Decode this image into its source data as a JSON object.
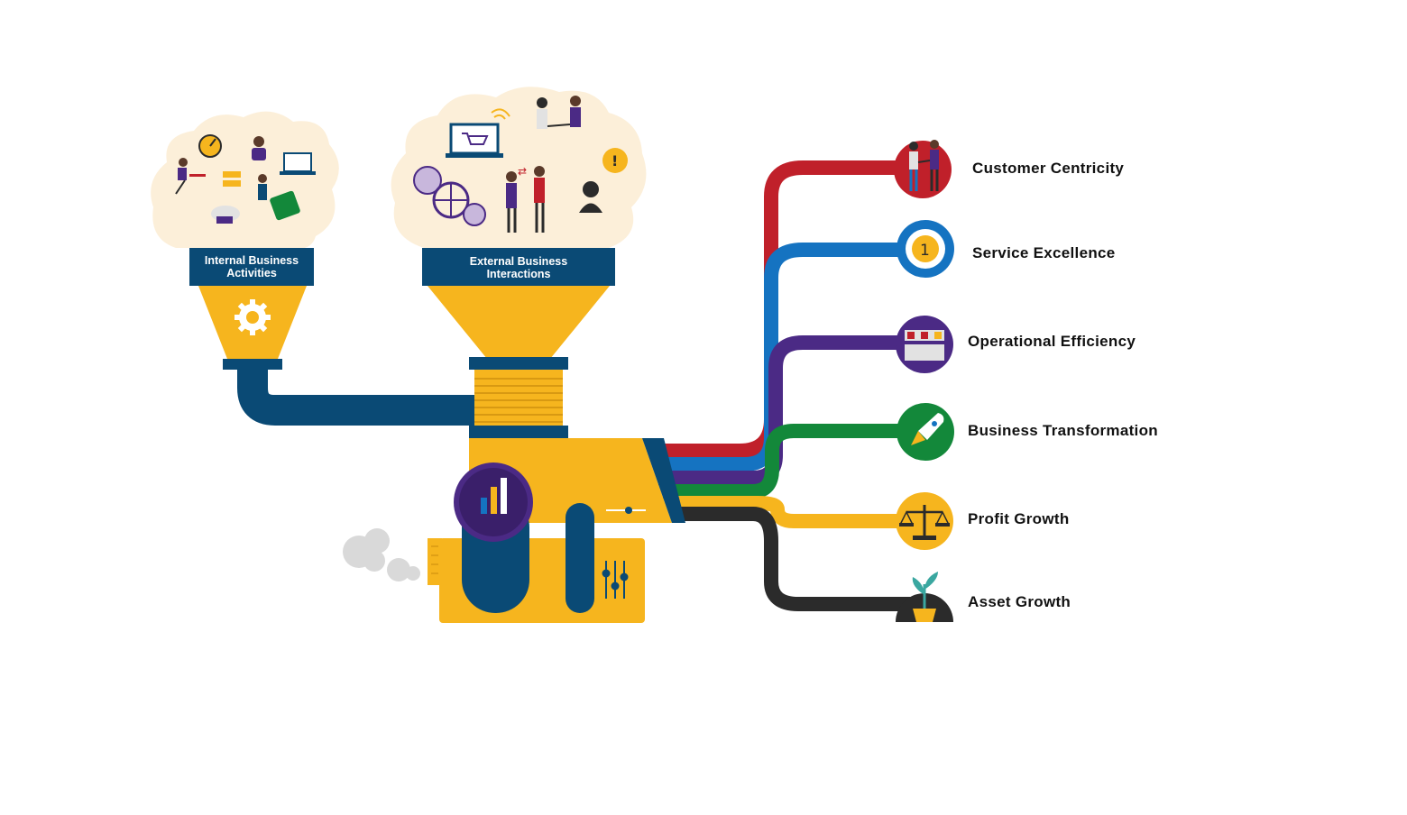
{
  "colors": {
    "navy": "#0a4a75",
    "yellow": "#f6b51e",
    "cloud": "#fcefd9",
    "purple": "#4b2a85",
    "red": "#c0202a",
    "blue": "#1573c1",
    "green": "#13883a",
    "black": "#2b2b2b"
  },
  "inputs": [
    {
      "label": "Internal Business Activities",
      "icon": "gear-icon"
    },
    {
      "label": "External Business Interactions",
      "icon": "chart-icon"
    }
  ],
  "outcomes": [
    {
      "label": "Customer Centricity",
      "icon": "handshake-icon",
      "color": "#c0202a"
    },
    {
      "label": "Service Excellence",
      "icon": "medal-icon",
      "color": "#1573c1"
    },
    {
      "label": "Operational Efficiency",
      "icon": "factory-icon",
      "color": "#4b2a85"
    },
    {
      "label": "Business Transformation",
      "icon": "rocket-icon",
      "color": "#13883a"
    },
    {
      "label": "Profit Growth",
      "icon": "scales-icon",
      "color": "#f6b51e"
    },
    {
      "label": "Asset Growth",
      "icon": "plant-icon",
      "color": "#2b2b2b"
    }
  ]
}
